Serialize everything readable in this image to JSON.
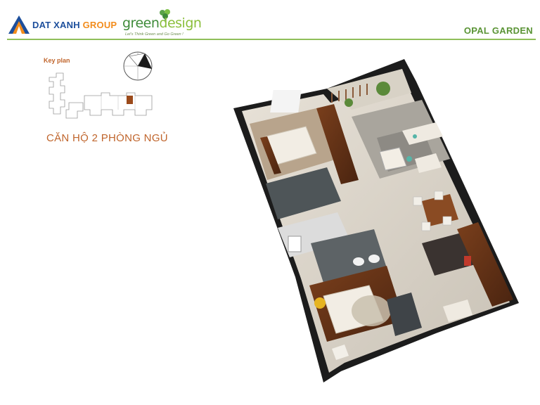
{
  "header": {
    "brand_dx": "DAT XANH",
    "brand_dx_group": "GROUP",
    "brand_green": "green",
    "brand_design": "design",
    "brand_tagline": "Let's Think Green and Go Green !",
    "project": "OPAL GARDEN"
  },
  "key_plan": {
    "label": "Key plan"
  },
  "unit": {
    "title": "CĂN HỘ 2 PHÒNG NGỦ"
  },
  "colors": {
    "brand_blue": "#1d4f9c",
    "brand_orange": "#f28c1c",
    "brand_green": "#5a9435",
    "label_orange": "#c0652c"
  },
  "icons": [
    "dat-xanh-logo-icon",
    "clover-leaf-icon",
    "compass-icon"
  ]
}
